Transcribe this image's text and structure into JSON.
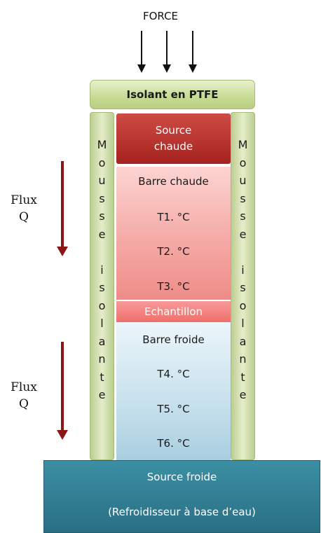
{
  "force": {
    "label": "FORCE"
  },
  "ptfe": {
    "label": "Isolant en PTFE"
  },
  "foam_left": {
    "letters": [
      "M",
      "o",
      "u",
      "s",
      "s",
      "e",
      "",
      "i",
      "s",
      "o",
      "l",
      "a",
      "n",
      "t",
      "e"
    ]
  },
  "foam_right": {
    "letters": [
      "M",
      "o",
      "u",
      "s",
      "s",
      "e",
      "",
      "i",
      "s",
      "o",
      "l",
      "a",
      "n",
      "t",
      "e"
    ]
  },
  "hot_source": {
    "line1": "Source",
    "line2": "chaude"
  },
  "hot_bar": {
    "title": "Barre chaude",
    "t1": "T1. °C",
    "t2": "T2. °C",
    "t3": "T3. °C"
  },
  "sample": {
    "label": "Echantillon"
  },
  "cold_bar": {
    "title": "Barre froide",
    "t4": "T4. °C",
    "t5": "T5. °C",
    "t6": "T6. °C"
  },
  "flux_top": {
    "line1": "Flux",
    "line2": "Q"
  },
  "flux_bottom": {
    "line1": "Flux",
    "line2": "Q"
  },
  "cold_source": {
    "line1": "Source froide",
    "line2": "(Refroidisseur à base d’eau)"
  },
  "colors": {
    "hot_source": "#b8302c",
    "sample": "#f27e7c",
    "cold_source": "#327f94",
    "flux_arrow": "#8b1616",
    "insulation": "#cfdda9"
  }
}
